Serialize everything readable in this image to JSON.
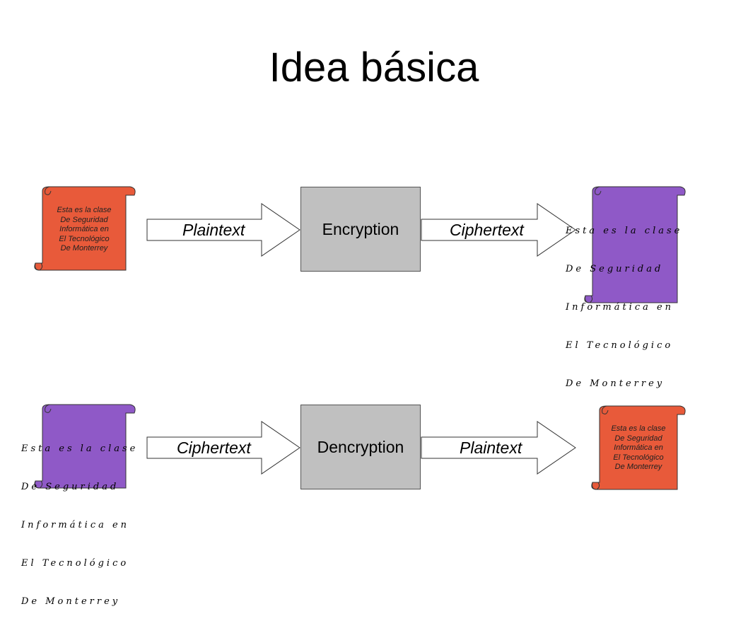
{
  "title": "Idea básica",
  "top_row": {
    "plain_scroll_lines": [
      "Esta es la clase",
      "De Seguridad",
      "Informática en",
      "El Tecnológico",
      "De Monterrey"
    ],
    "input_label": "Plaintext",
    "process_label": "Encryption",
    "output_label": "Ciphertext",
    "cipher_scroll_lines": [
      "Esta es la clase",
      "De Seguridad",
      "Informática en",
      "El Tecnológico",
      "De Monterrey"
    ]
  },
  "bottom_row": {
    "cipher_scroll_lines": [
      "Esta es la clase",
      "De Seguridad",
      "Informática en",
      "El Tecnológico",
      "De Monterrey"
    ],
    "input_label": "Ciphertext",
    "process_label": "Dencryption",
    "output_label": "Plaintext",
    "plain_scroll_lines": [
      "Esta es la clase",
      "De Seguridad",
      "Informática en",
      "El Tecnológico",
      "De Monterrey"
    ]
  },
  "colors": {
    "plain_scroll": "#e85a3a",
    "cipher_scroll": "#8f59c7",
    "process_box": "#c0c0c0"
  }
}
